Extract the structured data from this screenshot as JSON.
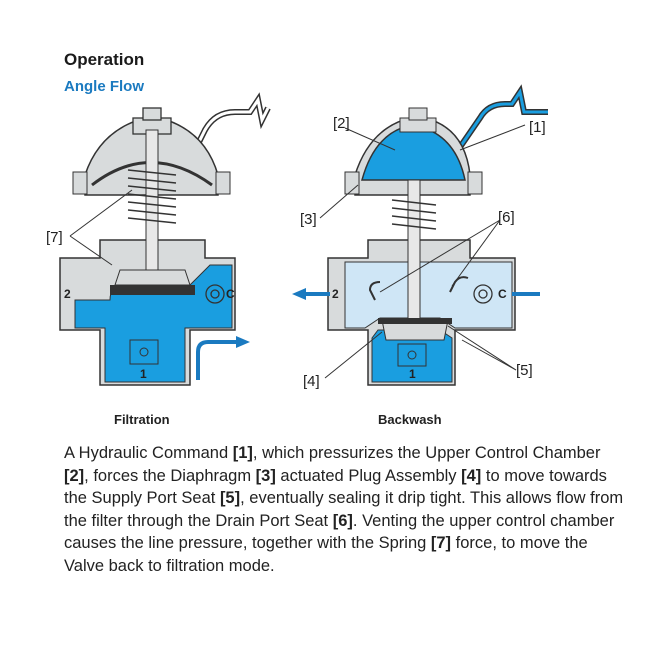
{
  "heading": "Operation",
  "subheading": "Angle Flow",
  "left_caption": "Filtration",
  "right_caption": "Backwash",
  "callouts": {
    "hydraulic_command": "[1]",
    "upper_chamber": "[2]",
    "diaphragm": "[3]",
    "plug_assembly": "[4]",
    "supply_seat": "[5]",
    "drain_seat": "[6]",
    "spring": "[7]"
  },
  "ports": {
    "inlet": "1",
    "outlet": "2",
    "c": "C"
  },
  "description": [
    {
      "t": "A Hydraulic Command ",
      "b": false
    },
    {
      "t": "[1]",
      "b": true
    },
    {
      "t": ", which pressurizes the Upper Control Chamber ",
      "b": false
    },
    {
      "t": "[2]",
      "b": true
    },
    {
      "t": ", forces the Diaphragm ",
      "b": false
    },
    {
      "t": "[3]",
      "b": true
    },
    {
      "t": " actuated Plug Assembly ",
      "b": false
    },
    {
      "t": "[4]",
      "b": true
    },
    {
      "t": " to move towards the Supply Port Seat ",
      "b": false
    },
    {
      "t": "[5]",
      "b": true
    },
    {
      "t": ", eventually sealing it drip tight. This allows flow from the filter through the Drain Port Seat ",
      "b": false
    },
    {
      "t": "[6]",
      "b": true
    },
    {
      "t": ". Venting the upper control chamber causes the line pressure, together with the Spring ",
      "b": false
    },
    {
      "t": "[7]",
      "b": true
    },
    {
      "t": " force, to move the Valve back to filtration mode.",
      "b": false
    }
  ],
  "colors": {
    "water": "#1a9ee0",
    "light_water": "#cfe6f6",
    "body": "#d8dbdc",
    "outline": "#333333",
    "accent": "#1a7ac0"
  }
}
